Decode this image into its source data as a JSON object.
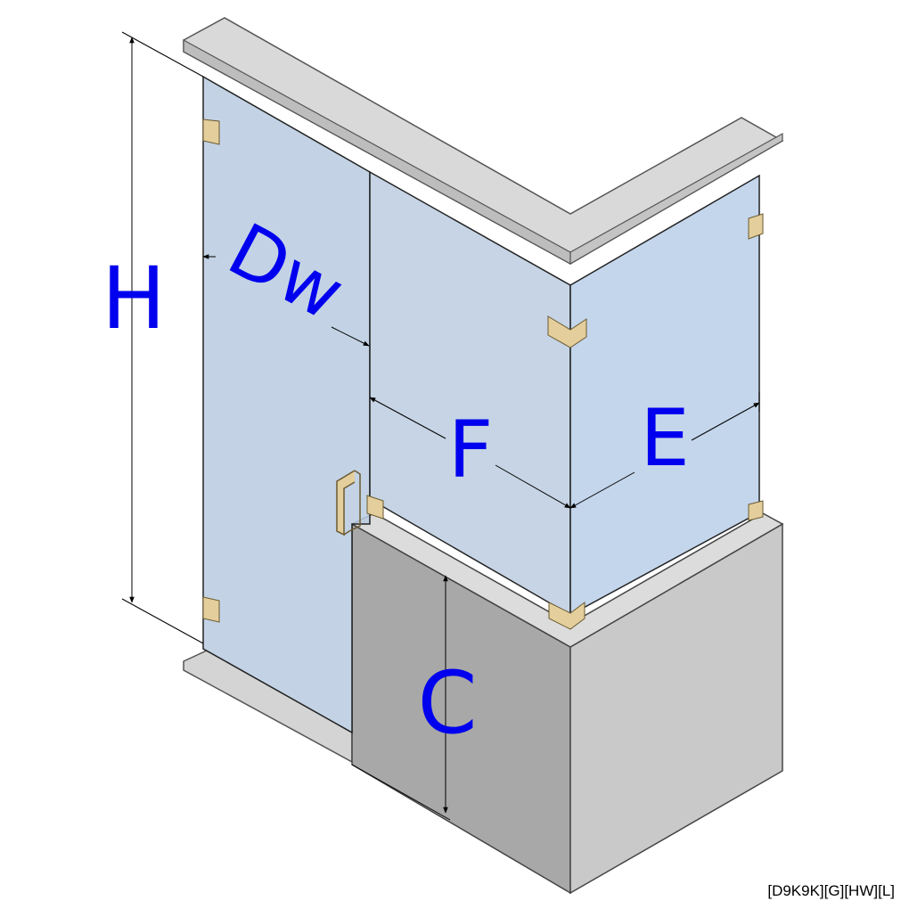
{
  "labels": {
    "height": "H",
    "door_width": "Dw",
    "front_panel": "F",
    "end_panel": "E",
    "curb_height": "C"
  },
  "product_code": "[D9K9K][G][HW][L]",
  "colors": {
    "glass": "#b9cbe0",
    "frame_top": "#dcdcdc",
    "bench_front": "#a9a9a9",
    "bench_side": "#c8c8c8",
    "hardware": "#e3ce9c",
    "label_blue": "#0000ee"
  }
}
